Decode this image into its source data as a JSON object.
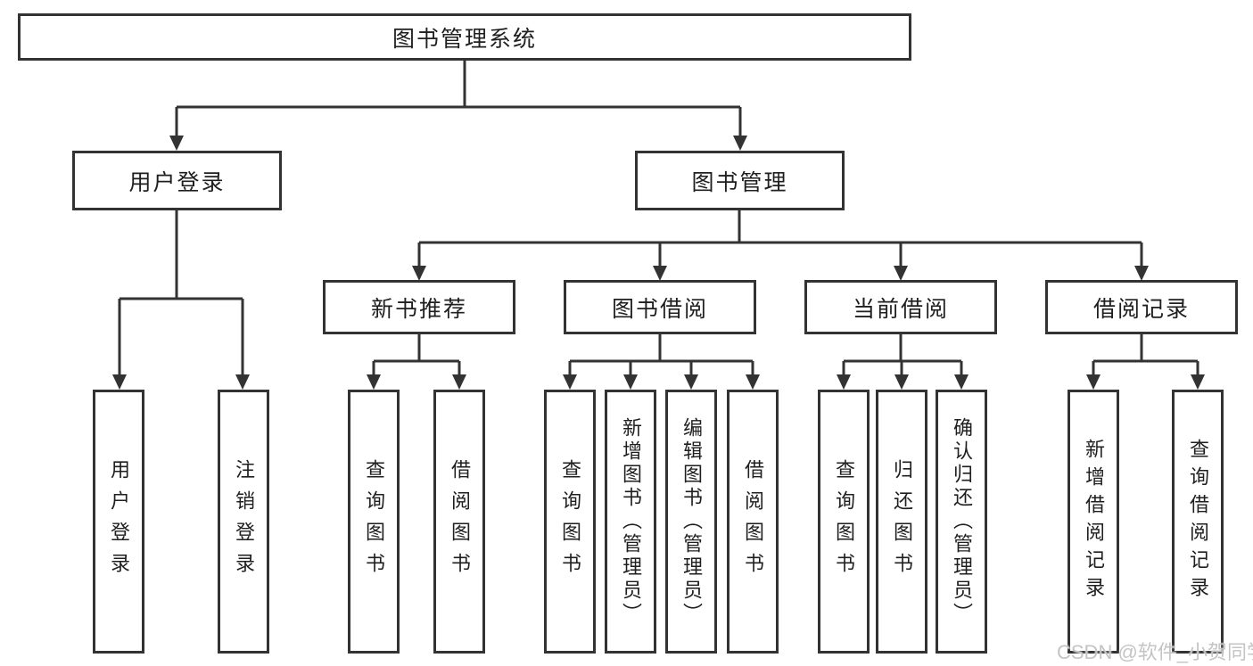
{
  "diagram": {
    "root": {
      "label": "图书管理系统"
    },
    "branches": [
      {
        "label": "用户登录",
        "children": [
          {
            "label": "用户登录"
          },
          {
            "label": "注销登录"
          }
        ]
      },
      {
        "label": "图书管理",
        "children": [
          {
            "label": "新书推荐",
            "children": [
              {
                "label": "查询图书"
              },
              {
                "label": "借阅图书"
              }
            ]
          },
          {
            "label": "图书借阅",
            "children": [
              {
                "label": "查询图书"
              },
              {
                "label": "新增图书（管理员）"
              },
              {
                "label": "编辑图书（管理员）"
              },
              {
                "label": "借阅图书"
              }
            ]
          },
          {
            "label": "当前借阅",
            "children": [
              {
                "label": "查询图书"
              },
              {
                "label": "归还图书"
              },
              {
                "label": "确认归还（管理员）"
              }
            ]
          },
          {
            "label": "借阅记录",
            "children": [
              {
                "label": "新增借阅记录"
              },
              {
                "label": "查询借阅记录"
              }
            ]
          }
        ]
      }
    ]
  },
  "watermark": {
    "text": "CSDN @软件_小贺同学"
  },
  "colors": {
    "line": "#333333",
    "border": "#333333",
    "text": "#1f1f1f",
    "watermark": "#c4c4c4",
    "background": "#ffffff"
  }
}
